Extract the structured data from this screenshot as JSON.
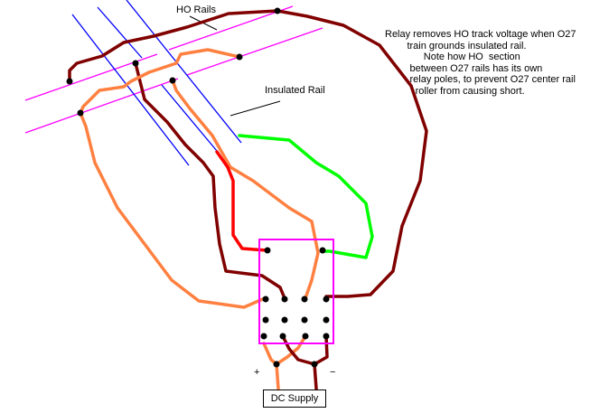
{
  "labels": {
    "ho_rails": "HO Rails",
    "insulated_rail": "Insulated Rail",
    "plus": "+",
    "minus": "−",
    "dc_supply": "DC Supply"
  },
  "note": {
    "lines": [
      "Relay removes HO track voltage when O27",
      "        train grounds insulated rail.",
      "              Note how HO  section",
      "         between O27 rails has its own",
      "         relay poles, to prevent O27 center rail",
      "           roller from causing short."
    ]
  },
  "colors": {
    "ho_rail": "#ff00ff",
    "o27_rail": "#0000ff",
    "wire_dark": "#800000",
    "wire_orange": "#ff8040",
    "wire_red": "#ff0000",
    "wire_green": "#00ff00",
    "relay_box": "#ff00ff"
  }
}
